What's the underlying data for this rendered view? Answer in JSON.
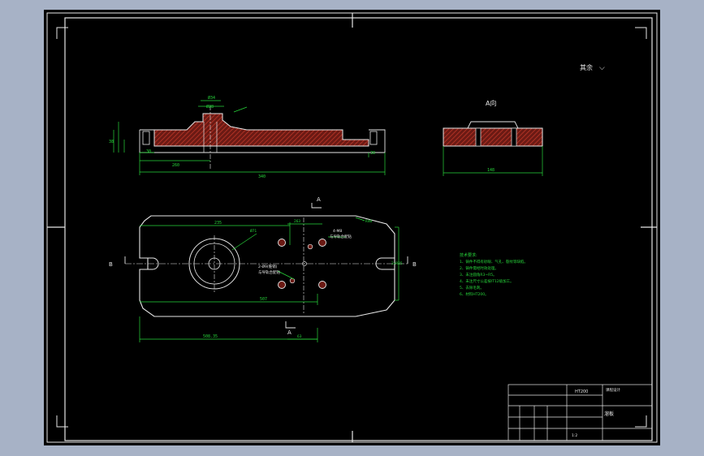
{
  "drawing": {
    "finish_note": "其余",
    "view_label": "A向",
    "section_mark": "A",
    "section_b": "B",
    "dims_top": {
      "d1": "Ø34",
      "d2": "Ø28",
      "w1": "260",
      "w2": "340",
      "small": "30",
      "sa": "38",
      "sb": "30"
    },
    "dims_side": {
      "w": "148"
    },
    "dims_plan": {
      "a": "235",
      "b": "263",
      "c": "507",
      "d": "508.35",
      "e": "63",
      "h": "2×R25",
      "phi": "Ø71",
      "r": "R40"
    },
    "callouts": [
      "4-M8",
      "与导轨合配钻",
      "2-Ø9(锥销)",
      "与导轨合配钻"
    ],
    "tech_title": "技术要求:",
    "tech_notes": [
      "1、铸件不得有砂眼、气孔、裂纹等缺陷。",
      "2、铸件需经时效处理。",
      "3、未注圆角R3~R5。",
      "4、未注尺寸公差按IT12级加工。",
      "5、去除毛刺。",
      "6、材料HT200。"
    ],
    "title_block": {
      "material": "HT200",
      "name": "溜板",
      "school": "课程设计",
      "scale": "1:2"
    }
  }
}
